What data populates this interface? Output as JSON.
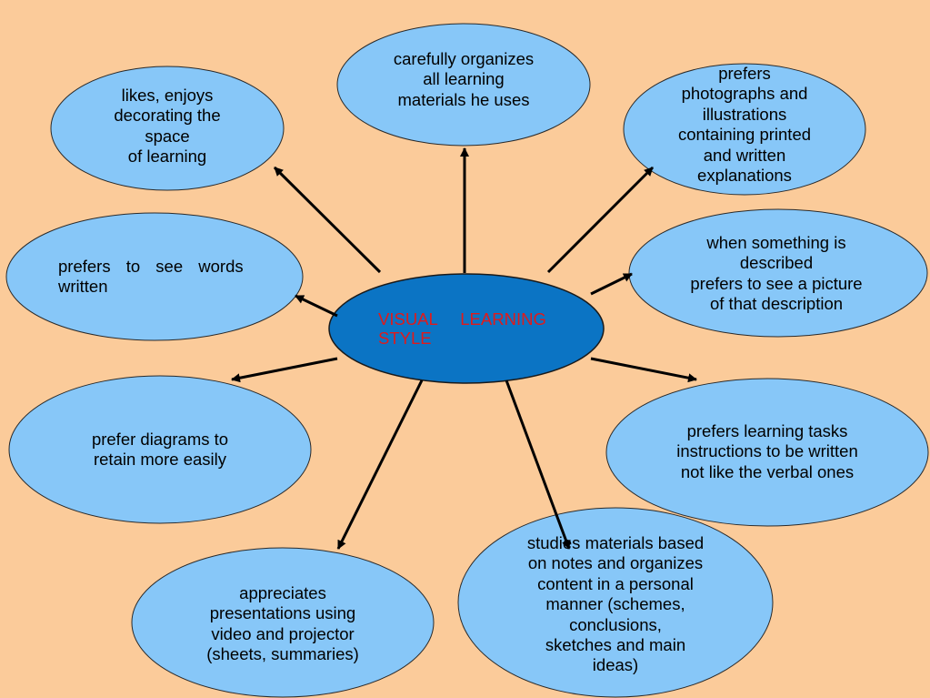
{
  "diagram": {
    "center": {
      "label": "VISUAL LEARNING\nSTYLE"
    },
    "nodes": [
      {
        "id": "top",
        "label": "carefully organizes\nall learning\nmaterials he uses"
      },
      {
        "id": "top-left",
        "label": "likes, enjoys\ndecorating the\nspace\nof learning"
      },
      {
        "id": "top-right",
        "label": "prefers\nphotographs and\nillustrations\ncontaining printed\nand written\nexplanations"
      },
      {
        "id": "mid-left",
        "label": "prefers to see words\nwritten"
      },
      {
        "id": "mid-right",
        "label": "when something is\ndescribed\nprefers to see a picture\nof that description"
      },
      {
        "id": "lower-left",
        "label": "prefer diagrams to\nretain more easily"
      },
      {
        "id": "lower-right",
        "label": "prefers learning tasks\ninstructions to be written\nnot like the verbal ones"
      },
      {
        "id": "bottom-left",
        "label": "appreciates\npresentations using\nvideo and projector\n(sheets, summaries)"
      },
      {
        "id": "bottom-right",
        "label": "studies materials based\non notes and organizes\ncontent in a personal\nmanner (schemes,\nconclusions,\nsketches and main\nideas)"
      }
    ],
    "colors": {
      "background": "#FBCB9A",
      "bubble": "#87C7F8",
      "center": "#0B74C4",
      "center_text": "#E01B1B",
      "arrow": "#000000"
    }
  }
}
